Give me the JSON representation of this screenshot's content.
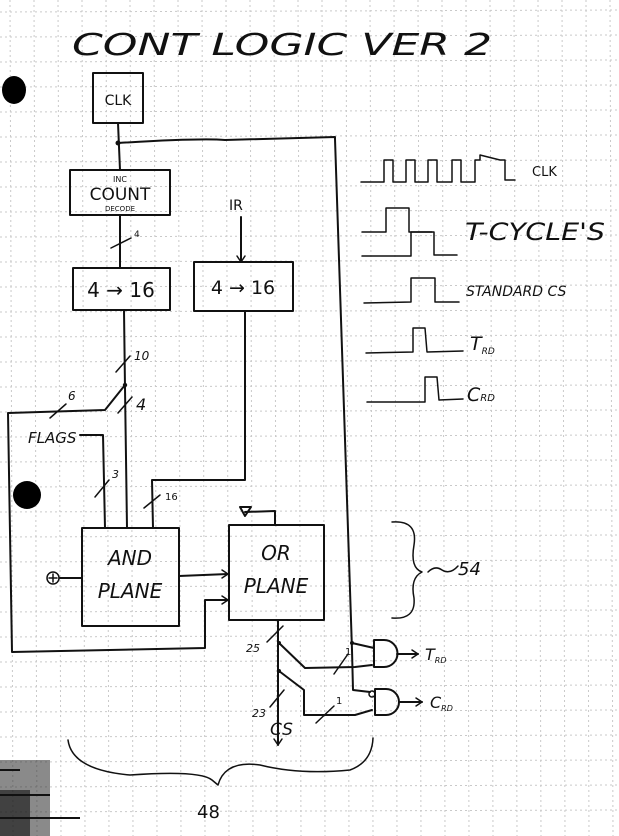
{
  "title": "CONT LOGIC VER 2",
  "colors": {
    "ink": "#111111",
    "paper": "#ffffff",
    "grid": "#c9c9c9"
  },
  "blocks": {
    "clk": "CLK",
    "counter": {
      "top": "INC",
      "main": "COUNT",
      "bottom": "DECODE"
    },
    "decoder_left": "4 → 16",
    "decoder_right": "4 → 16",
    "and_plane": [
      "AND",
      "PLANE"
    ],
    "or_plane": [
      "OR",
      "PLANE"
    ]
  },
  "signals": {
    "ir": "IR",
    "flags": "FLAGS",
    "cs": "CS",
    "t_rd": {
      "main": "T",
      "sub": "RD"
    },
    "c_rd": {
      "main": "C",
      "sub": "RD"
    }
  },
  "bus_widths": {
    "counter_out": "4",
    "decoder_out": "10",
    "decoder_tap": "4",
    "flags": "6",
    "flags_and": "3",
    "or_in": "16",
    "or_out": "25",
    "cs_out": "23",
    "gate_t": "1",
    "gate_c": "1"
  },
  "timing": {
    "labels": {
      "clk": "CLK",
      "t_cycles": "T-CYCLE'S",
      "standard_cs": "STANDARD CS",
      "t_rd": {
        "main": "T",
        "sub": "RD"
      },
      "c_rd": {
        "main": "C",
        "sub": "RD"
      }
    }
  },
  "annotations": {
    "or_plane_brace": "54",
    "bottom_brace": "48"
  },
  "icons": {
    "plus_terminal": "plus-circle-icon",
    "ground": "ground-triangle-icon"
  }
}
